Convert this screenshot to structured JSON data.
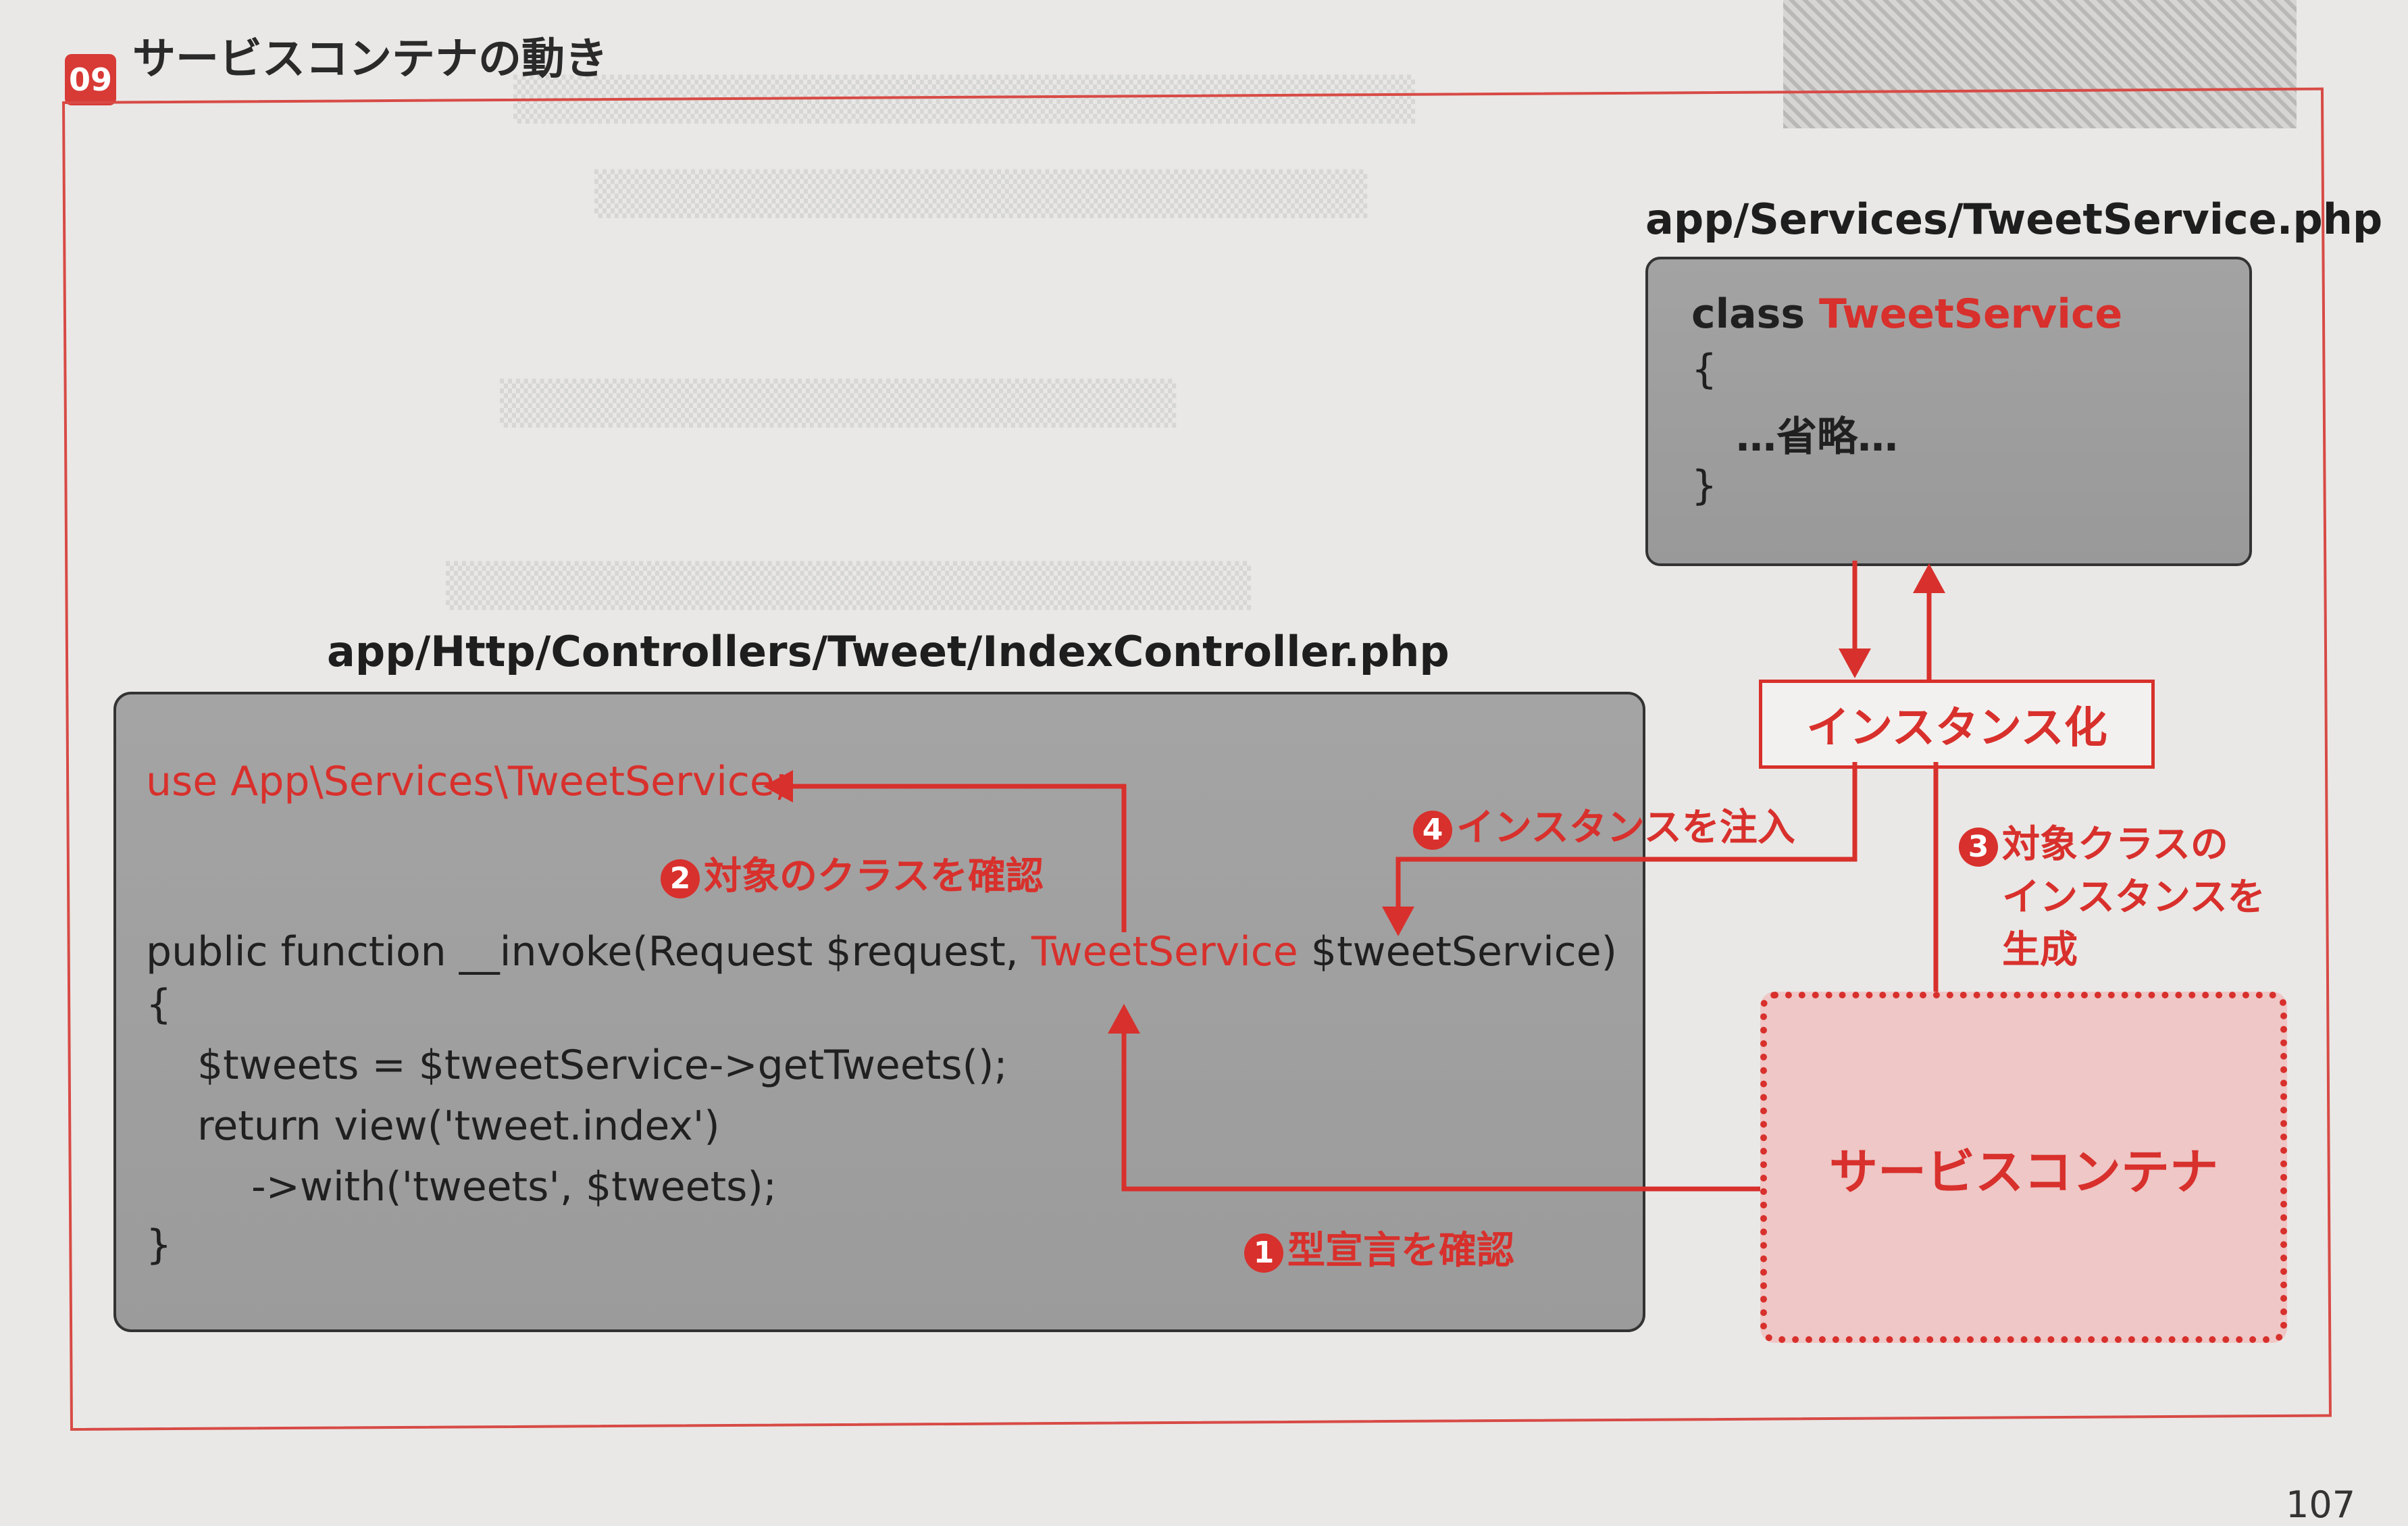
{
  "figure": {
    "number": "09",
    "title": "サービスコンテナの動き"
  },
  "colors": {
    "accent": "#d8302c",
    "panel": "#a1a1a1",
    "page": "#e9e8e6",
    "container_fill": "#eec7c6"
  },
  "controller": {
    "filename": "app/Http/Controllers/Tweet/IndexController.php",
    "use_line": "use App\\Services\\TweetService;",
    "sig_prefix": "public function __invoke(Request $request, ",
    "sig_type": "TweetService",
    "sig_suffix": " $tweetService)",
    "open_brace": "{",
    "line_tweets": "$tweets = $tweetService->getTweets();",
    "line_return": "return view('tweet.index')",
    "line_with": "->with('tweets', $tweets);",
    "close_brace": "}"
  },
  "service": {
    "filename": "app/Services/TweetService.php",
    "class_keyword": "class ",
    "class_name": "TweetService",
    "open_brace": "{",
    "omitted": "…省略…",
    "close_brace": "}"
  },
  "instantiate_label": "インスタンス化",
  "container_label": "サービスコンテナ",
  "steps": [
    {
      "num": "1",
      "label": "型宣言を確認"
    },
    {
      "num": "2",
      "label": "対象のクラスを確認"
    },
    {
      "num": "3",
      "label_lines": [
        "対象クラスの",
        "インスタンスを",
        "生成"
      ]
    },
    {
      "num": "4",
      "label": "インスタンスを注入"
    }
  ],
  "page_number": "107"
}
